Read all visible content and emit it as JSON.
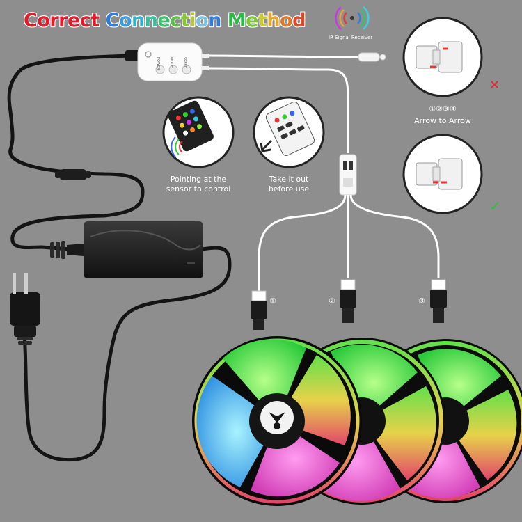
{
  "title": {
    "parts": [
      {
        "text": "Correct",
        "color": "#e01b2b"
      },
      {
        "text": " ",
        "color": "#000000"
      },
      {
        "text": "Connection",
        "color": "#2a5fd6"
      },
      {
        "text": " ",
        "color": "#000000"
      },
      {
        "text": "Method",
        "color": "#3ab53a"
      }
    ]
  },
  "ir_receiver": {
    "label": "IR Signal Receiver"
  },
  "controller": {
    "button_labels": [
      "POWER",
      "MODE",
      "SPEED"
    ]
  },
  "remote_captions": {
    "pointing": [
      "Pointing at the",
      "sensor to control"
    ],
    "take_out": [
      "Take it out",
      "before use"
    ]
  },
  "arrow_panel": {
    "steps": "①②③④",
    "caption": "Arrow to Arrow",
    "wrong_mark": "✕",
    "right_mark": "✓",
    "wrong_color": "#e0262b",
    "right_color": "#2fbf3b"
  },
  "strips": [
    {
      "number": "①"
    },
    {
      "number": "②"
    },
    {
      "number": "③"
    }
  ],
  "colors": {
    "background": "#8e8e8e",
    "cable_black": "#141414",
    "cable_white": "#ffffff"
  }
}
